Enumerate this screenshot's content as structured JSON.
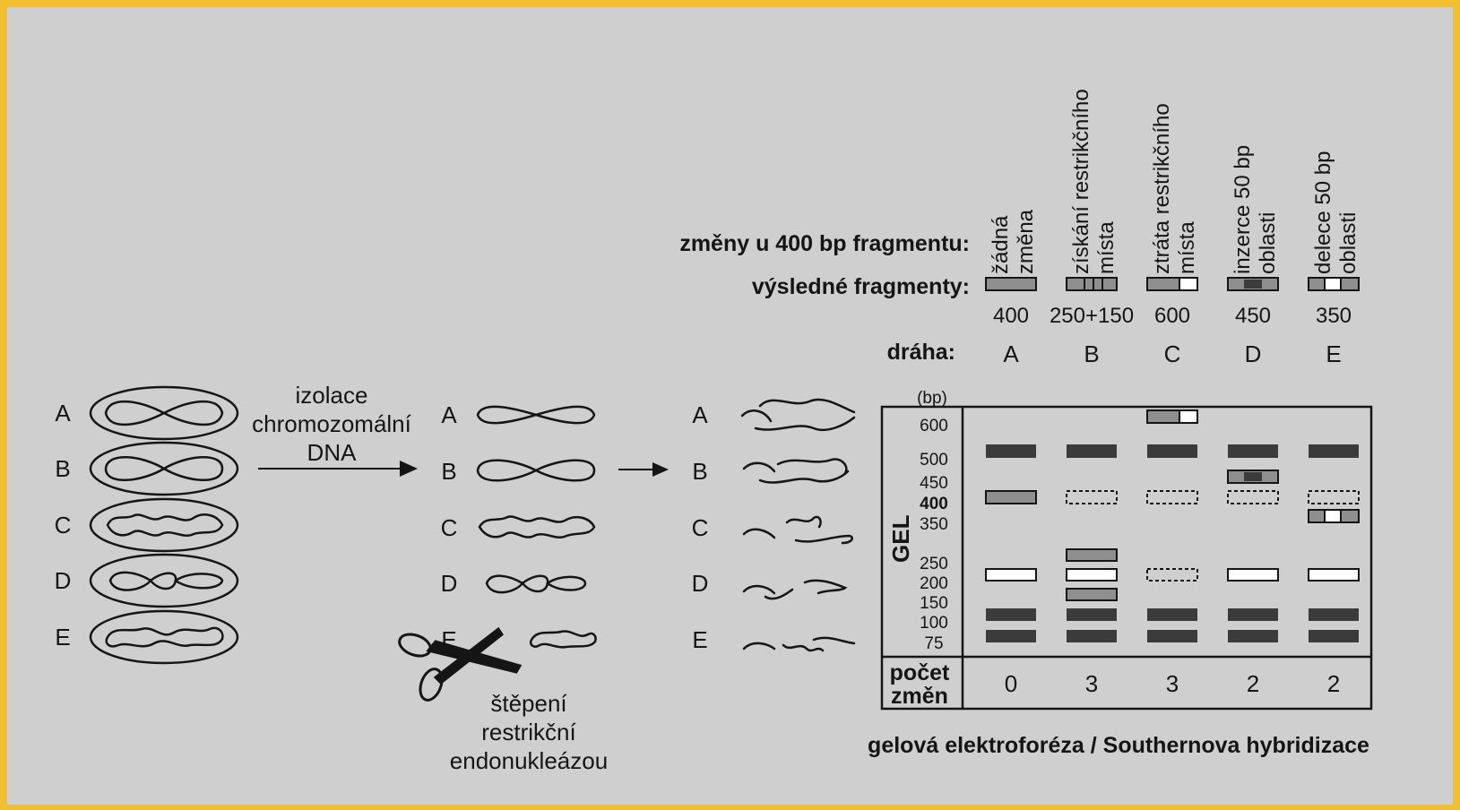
{
  "header": {
    "zmeny_label": "změny u 400 bp fragmentu:",
    "vysledne_label": "výsledné fragmenty:",
    "draha_label": "dráha:"
  },
  "lanes": [
    {
      "letter": "A",
      "change_line1": "žádná",
      "change_line2": "změna",
      "fragment": "400",
      "count": "0"
    },
    {
      "letter": "B",
      "change_line1": "získání restrikčního",
      "change_line2": "místa",
      "fragment": "250+150",
      "count": "3"
    },
    {
      "letter": "C",
      "change_line1": "ztráta restrikčního",
      "change_line2": "místa",
      "fragment": "600",
      "count": "3"
    },
    {
      "letter": "D",
      "change_line1": "inzerce 50 bp",
      "change_line2": "oblasti",
      "fragment": "450",
      "count": "2"
    },
    {
      "letter": "E",
      "change_line1": "delece 50 bp",
      "change_line2": "oblasti",
      "fragment": "350",
      "count": "2"
    }
  ],
  "samples": [
    "A",
    "B",
    "C",
    "D",
    "E"
  ],
  "step1": {
    "line1": "izolace",
    "line2": "chromozomální",
    "line3": "DNA"
  },
  "step2": {
    "line1": "štěpení",
    "line2": "restrikční",
    "line3": "endonukleázou"
  },
  "gel": {
    "unit": "(bp)",
    "label": "GEL",
    "ticks": [
      "600",
      "500",
      "450",
      "400",
      "350",
      "250",
      "200",
      "150",
      "100",
      "75"
    ],
    "pocet_line1": "počet",
    "pocet_line2": "změn"
  },
  "footer": "gelová elektroforéza / Southernova hybridizace",
  "colors": {
    "band_dark": "#3b3b3b",
    "band_gray": "#8f8f8f",
    "band_light": "#ffffff",
    "ink": "#151515",
    "background": "#cfcfcf",
    "frame": "#f2c02e"
  }
}
